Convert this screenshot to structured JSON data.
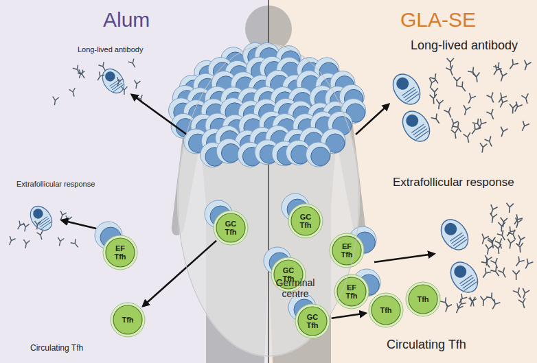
{
  "diagram": {
    "nodes": [
      {
        "text": [
          "Alum"
        ]
      },
      {
        "text": [
          "GLA-SE"
        ]
      },
      {
        "text": [
          "Germinal centre"
        ]
      },
      {
        "text": [
          "EF Tfh"
        ],
        "in": 0
      },
      {
        "text": [
          "GC Tfh"
        ],
        "in": 2
      },
      {
        "text": [
          "Tfh"
        ],
        "in": 0
      },
      {
        "text": [
          "EF Tfh"
        ],
        "in": 1
      },
      {
        "text": [
          "EF Tfh"
        ],
        "in": 1
      },
      {
        "text": [
          "GC Tfh"
        ],
        "in": 2
      },
      {
        "text": [
          "GC Tfh"
        ],
        "in": 2
      },
      {
        "text": [
          "GC Tfh"
        ],
        "in": 2
      },
      {
        "text": [
          "Tfh"
        ],
        "in": 1
      },
      {
        "text": [
          "Tfh"
        ],
        "in": 1
      }
    ],
    "edges": [
      {
        "from": 4,
        "to": 5,
        "arrow": "to"
      },
      {
        "from": 10,
        "to": 11,
        "arrow": "to"
      }
    ],
    "labels": [
      "Long-lived antibody",
      "Long-lived antibody",
      "Extrafollicular response",
      "Extrafollicular response",
      "Circulating Tfh",
      "Circulating Tfh"
    ]
  }
}
